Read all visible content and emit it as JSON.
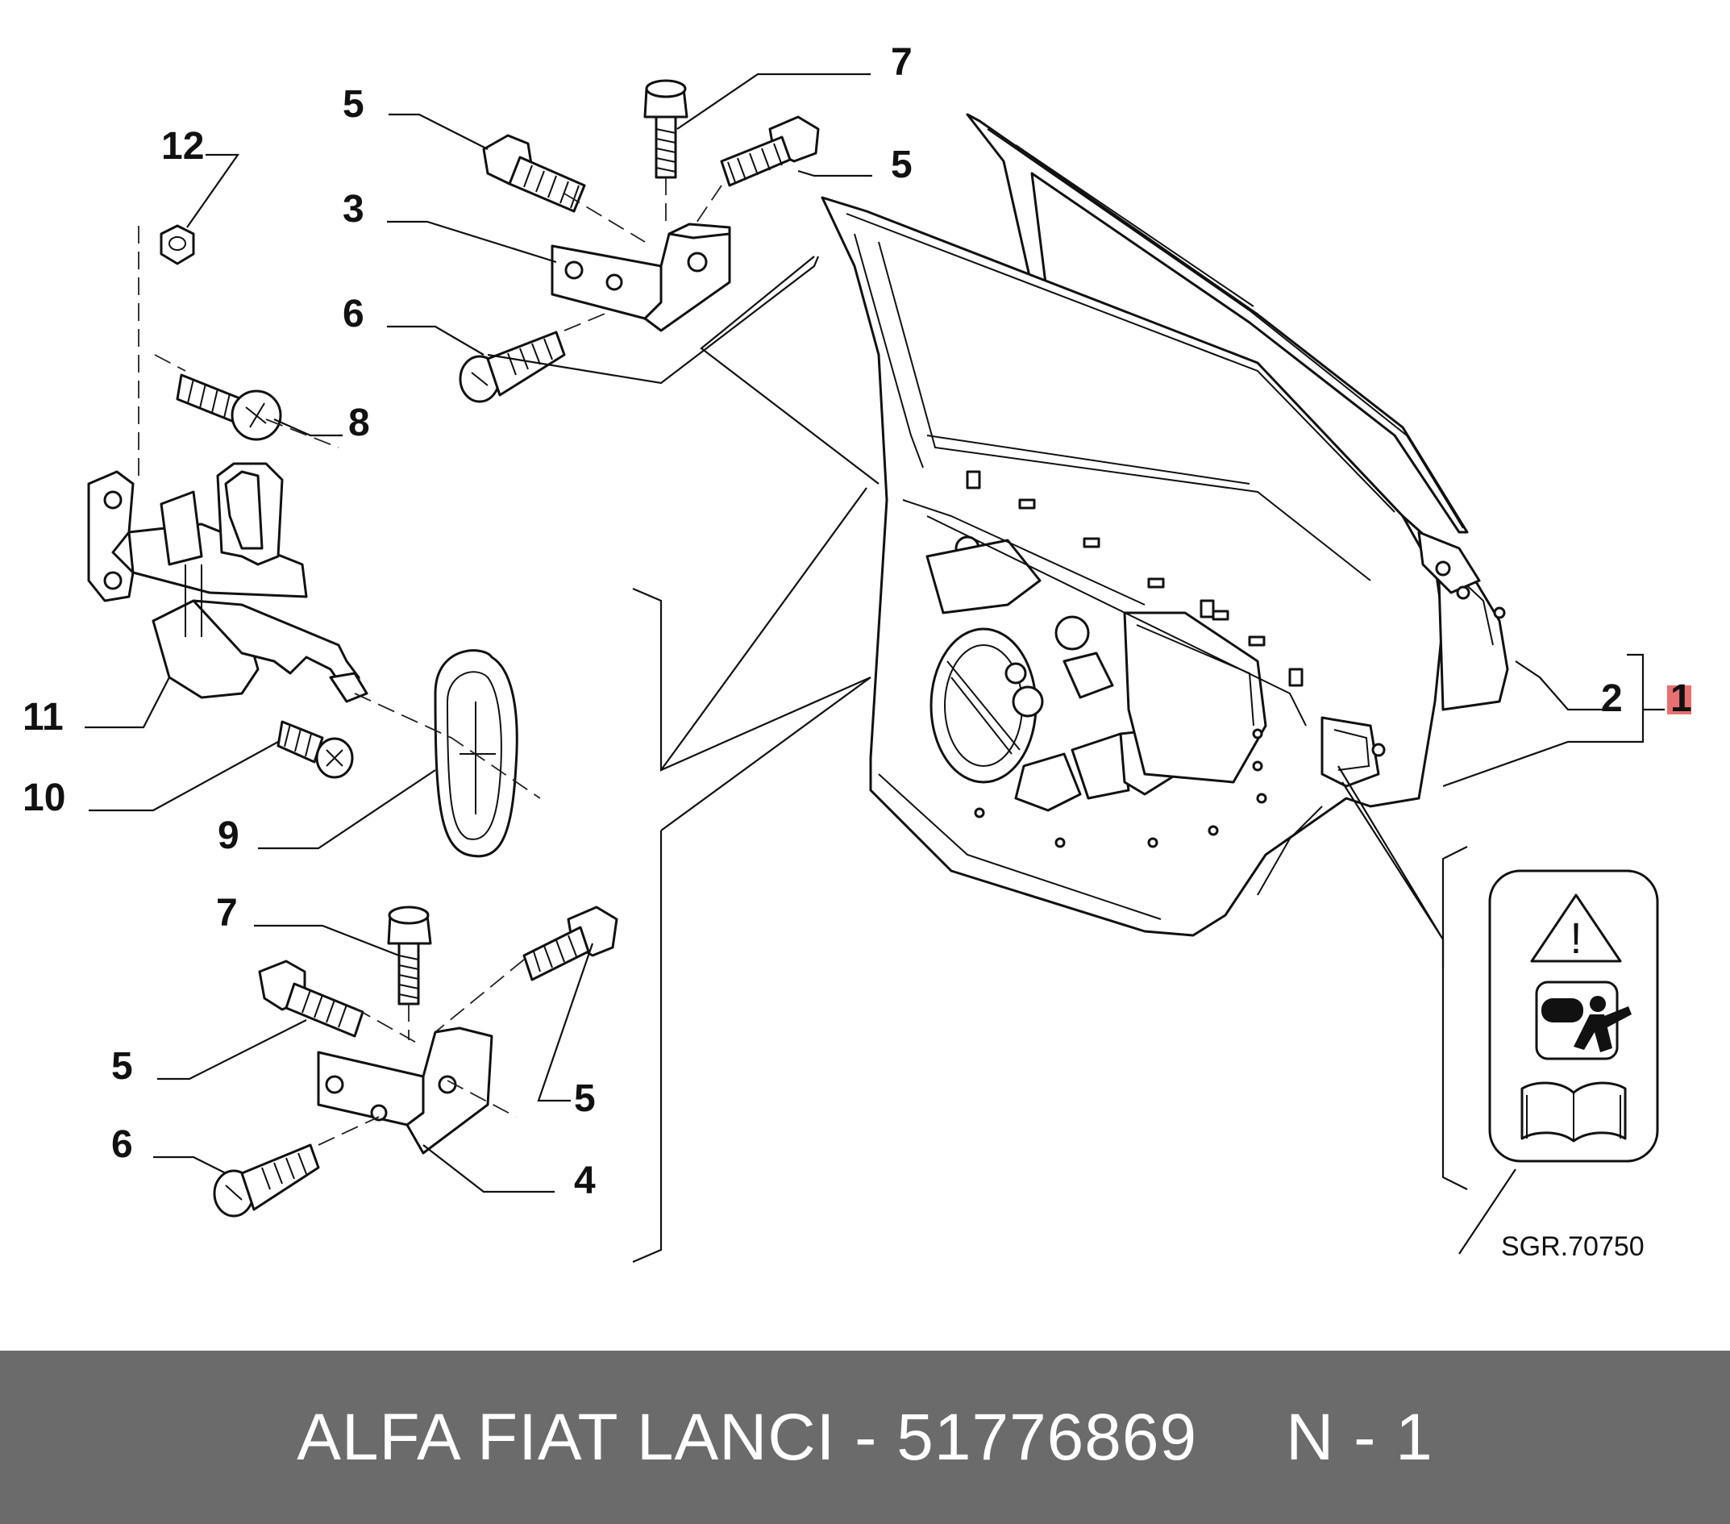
{
  "diagram": {
    "reference_code": "SGR.70750",
    "callouts": {
      "c12": "12",
      "c5a": "5",
      "c7a": "7",
      "c5b": "5",
      "c3": "3",
      "c6a": "6",
      "c8": "8",
      "c11": "11",
      "c10": "10",
      "c9": "9",
      "c7b": "7",
      "c5c": "5",
      "c5d": "5",
      "c6b": "6",
      "c4": "4",
      "c2": "2",
      "c1": "1"
    },
    "highlight_color": "#e04040",
    "warning_label_icons": [
      "warning-triangle-icon",
      "airbag-icon",
      "manual-book-icon"
    ]
  },
  "footer": {
    "part_text": "ALFA FIAT LANCI - 51776869",
    "quantity_text": "N - 1",
    "background_color": "#6b6b6b"
  }
}
